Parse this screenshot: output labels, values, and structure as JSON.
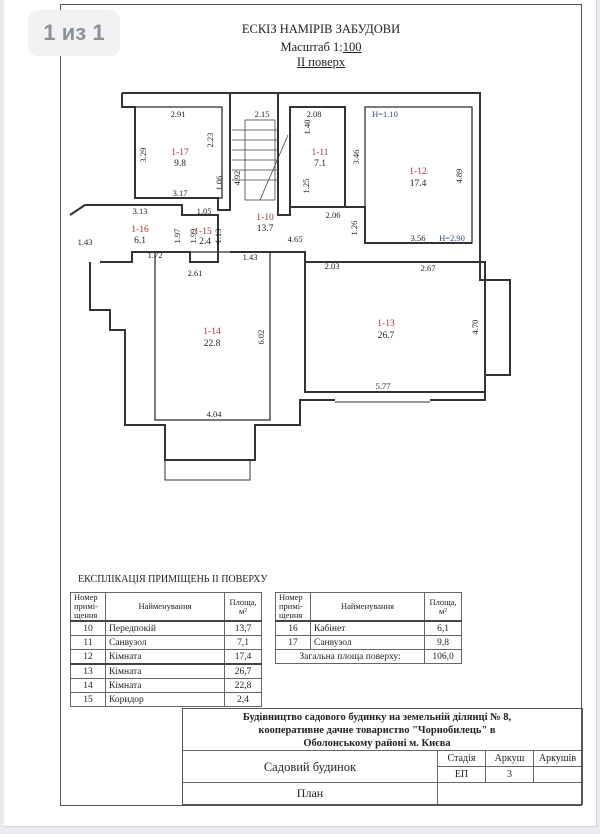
{
  "viewer": {
    "page_counter": "1 из 1"
  },
  "header": {
    "title": "ЕСКІЗ НАМІРІВ ЗАБУДОВИ",
    "scale_label": "Масштаб 1:",
    "scale_value": "100",
    "floor": "II поверх"
  },
  "plan": {
    "rooms": [
      {
        "id": "1-10",
        "area": "13.7"
      },
      {
        "id": "1-11",
        "area": "7.1"
      },
      {
        "id": "1-12",
        "area": "17.4"
      },
      {
        "id": "1-13",
        "area": "26.7"
      },
      {
        "id": "1-14",
        "area": "22.8"
      },
      {
        "id": "1-15",
        "area": "2.4"
      },
      {
        "id": "1-16",
        "area": "6.1"
      },
      {
        "id": "1-17",
        "area": "9.8"
      }
    ],
    "dimensions": [
      "2.91",
      "2.23",
      "3.29",
      "1.06",
      "3.17",
      "2.15",
      "4.92",
      "2.08",
      "1.40",
      "3.46",
      "1.25",
      "2.06",
      "1.26",
      "H=1.10",
      "4.89",
      "3.56",
      "H=2.90",
      "3.13",
      "1.05",
      "1.97",
      "1.99",
      "1.13",
      "1.43",
      "1.72",
      "2.61",
      "1.43",
      "4.65",
      "2.03",
      "2.67",
      "6.02",
      "4.70",
      "5.77",
      "4.04"
    ]
  },
  "explication": {
    "caption": "ЕКСПЛІКАЦІЯ ПРИМІЩЕНЬ II ПОВЕРХУ",
    "headers": {
      "number": "Номер примі-щення",
      "name": "Найменування",
      "area": "Площа, м²"
    },
    "left_rows": [
      {
        "num": "10",
        "name": "Передпокій",
        "area": "13,7"
      },
      {
        "num": "11",
        "name": "Санвузол",
        "area": "7,1"
      },
      {
        "num": "12",
        "name": "Кімната",
        "area": "17,4"
      },
      {
        "num": "13",
        "name": "Кімната",
        "area": "26,7"
      },
      {
        "num": "14",
        "name": "Кімната",
        "area": "22,8"
      },
      {
        "num": "15",
        "name": "Коридор",
        "area": "2,4"
      }
    ],
    "right_rows": [
      {
        "num": "16",
        "name": "Кабінет",
        "area": "6,1"
      },
      {
        "num": "17",
        "name": "Санвузол",
        "area": "9,8"
      }
    ],
    "total_label": "Загальна площа поверху:",
    "total_value": "106,0"
  },
  "title_block": {
    "project": "Будівництво садового будинку на земельній ділянці № 8, кооперативне дачне товариство \"Чорнобилець\" в Оболонському районі м. Києва",
    "object": "Садовий будинок",
    "drawing": "План",
    "stage_label": "Стадія",
    "sheet_label": "Аркуш",
    "sheets_label": "Аркушів",
    "stage_value": "ЕП",
    "sheet_value": "3"
  }
}
